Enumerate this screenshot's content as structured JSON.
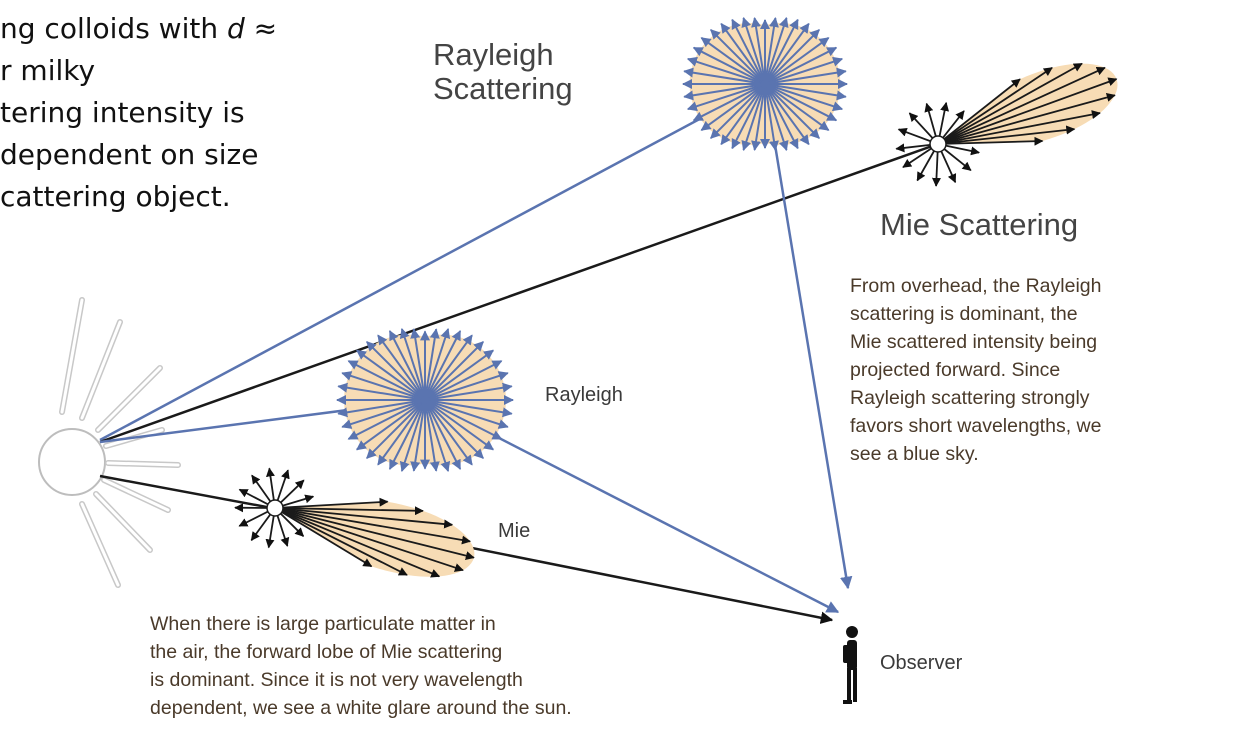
{
  "slide_text": {
    "line1_before": "ng colloids with ",
    "line1_var": "d",
    "line1_after": " ≈",
    "line2": "r milky",
    "line3": "tering intensity is",
    "line4": " dependent on size",
    "line5": "cattering object."
  },
  "labels": {
    "rayleigh_title_line1": "Rayleigh",
    "rayleigh_title_line2": "Scattering",
    "mie_title": "Mie Scattering",
    "rayleigh_small": "Rayleigh",
    "mie_small": "Mie",
    "observer": "Observer"
  },
  "overhead_text": [
    "From overhead, the Rayleigh",
    "scattering is dominant, the",
    "Mie scattered intensity being",
    "projected forward. Since",
    "Rayleigh scattering strongly",
    "favors short wavelengths, we",
    "see a blue sky."
  ],
  "glare_text": [
    "When there is large particulate matter in",
    "the air, the forward lobe of Mie scattering",
    "is dominant. Since it is not very wavelength",
    "dependent, we see a white glare around the sun."
  ],
  "colors": {
    "rayleigh_arrow": "#5a74b0",
    "mie_arrow": "#1a1a1a",
    "lobe_fill": "#f7dcb5",
    "sun_outline": "#bdbdbd"
  },
  "icons": {
    "sun": "sun-icon",
    "observer": "person-icon"
  }
}
